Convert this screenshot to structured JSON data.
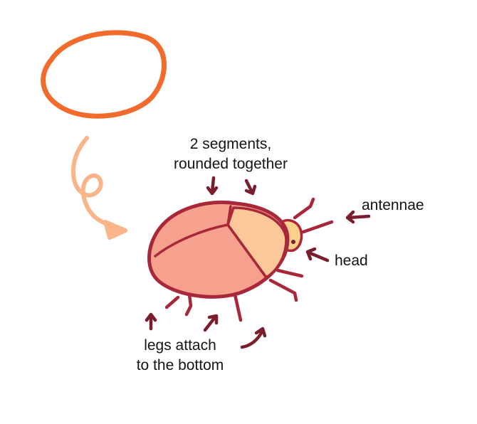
{
  "labels": {
    "segments": [
      "2 segments,",
      "rounded together"
    ],
    "antennae": "antennae",
    "head": "head",
    "legs": [
      "legs attach",
      "to the bottom"
    ]
  },
  "colors": {
    "outline": "#a8283a",
    "arrow": "#7a1e2e",
    "body_fill": "#f6a08e",
    "segment_fill": "#fcc89a",
    "head_fill": "#fcd08a",
    "oval_stroke": "#f26a2c",
    "swirl_arrow": "#f9b48a",
    "text": "#141414"
  },
  "icons": {
    "oval": "orange-oval-shape",
    "swirl_arrow": "swirl-arrow",
    "beetle": "beetle-illustration",
    "annotation_arrows": "small-dark-red-arrow"
  }
}
